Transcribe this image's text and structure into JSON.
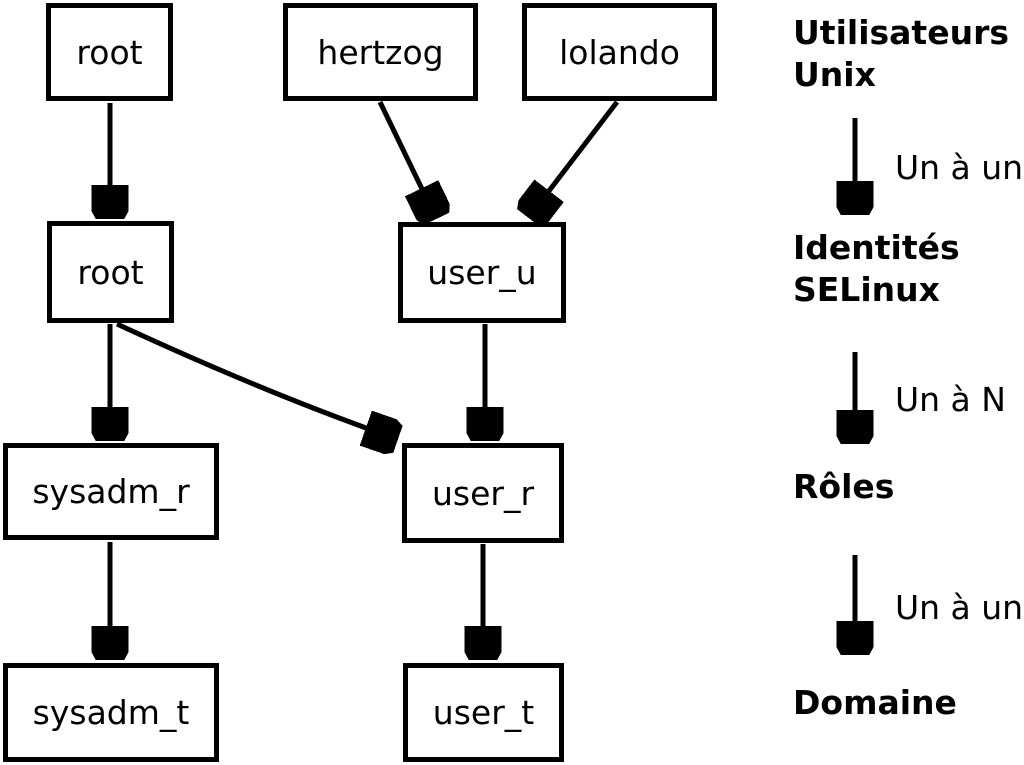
{
  "diagram": {
    "kind": "selinux-user-mapping",
    "colors": {
      "foreground": "#000000",
      "background": "#ffffff"
    },
    "nodes": [
      {
        "id": "unix-root",
        "level": "Utilisateurs Unix",
        "label": "root"
      },
      {
        "id": "unix-hertzog",
        "level": "Utilisateurs Unix",
        "label": "hertzog"
      },
      {
        "id": "unix-lolando",
        "level": "Utilisateurs Unix",
        "label": "lolando"
      },
      {
        "id": "sel-root",
        "level": "Identités SELinux",
        "label": "root"
      },
      {
        "id": "sel-user_u",
        "level": "Identités SELinux",
        "label": "user_u"
      },
      {
        "id": "role-sysadm_r",
        "level": "Rôles",
        "label": "sysadm_r"
      },
      {
        "id": "role-user_r",
        "level": "Rôles",
        "label": "user_r"
      },
      {
        "id": "dom-sysadm_t",
        "level": "Domaine",
        "label": "sysadm_t"
      },
      {
        "id": "dom-user_t",
        "level": "Domaine",
        "label": "user_t"
      }
    ],
    "edges": [
      {
        "from": "unix-root",
        "to": "sel-root"
      },
      {
        "from": "unix-hertzog",
        "to": "sel-user_u"
      },
      {
        "from": "unix-lolando",
        "to": "sel-user_u"
      },
      {
        "from": "sel-root",
        "to": "role-sysadm_r"
      },
      {
        "from": "sel-root",
        "to": "role-user_r"
      },
      {
        "from": "sel-user_u",
        "to": "role-user_r"
      },
      {
        "from": "role-sysadm_r",
        "to": "dom-sysadm_t"
      },
      {
        "from": "role-user_r",
        "to": "dom-user_t"
      }
    ],
    "legend": {
      "levels": [
        {
          "label": "Utilisateurs\nUnix"
        },
        {
          "label": "Identités\nSELinux"
        },
        {
          "label": "Rôles"
        },
        {
          "label": "Domaine"
        }
      ],
      "relations": [
        {
          "label": "Un à un"
        },
        {
          "label": "Un à N"
        },
        {
          "label": "Un à un"
        }
      ]
    }
  }
}
